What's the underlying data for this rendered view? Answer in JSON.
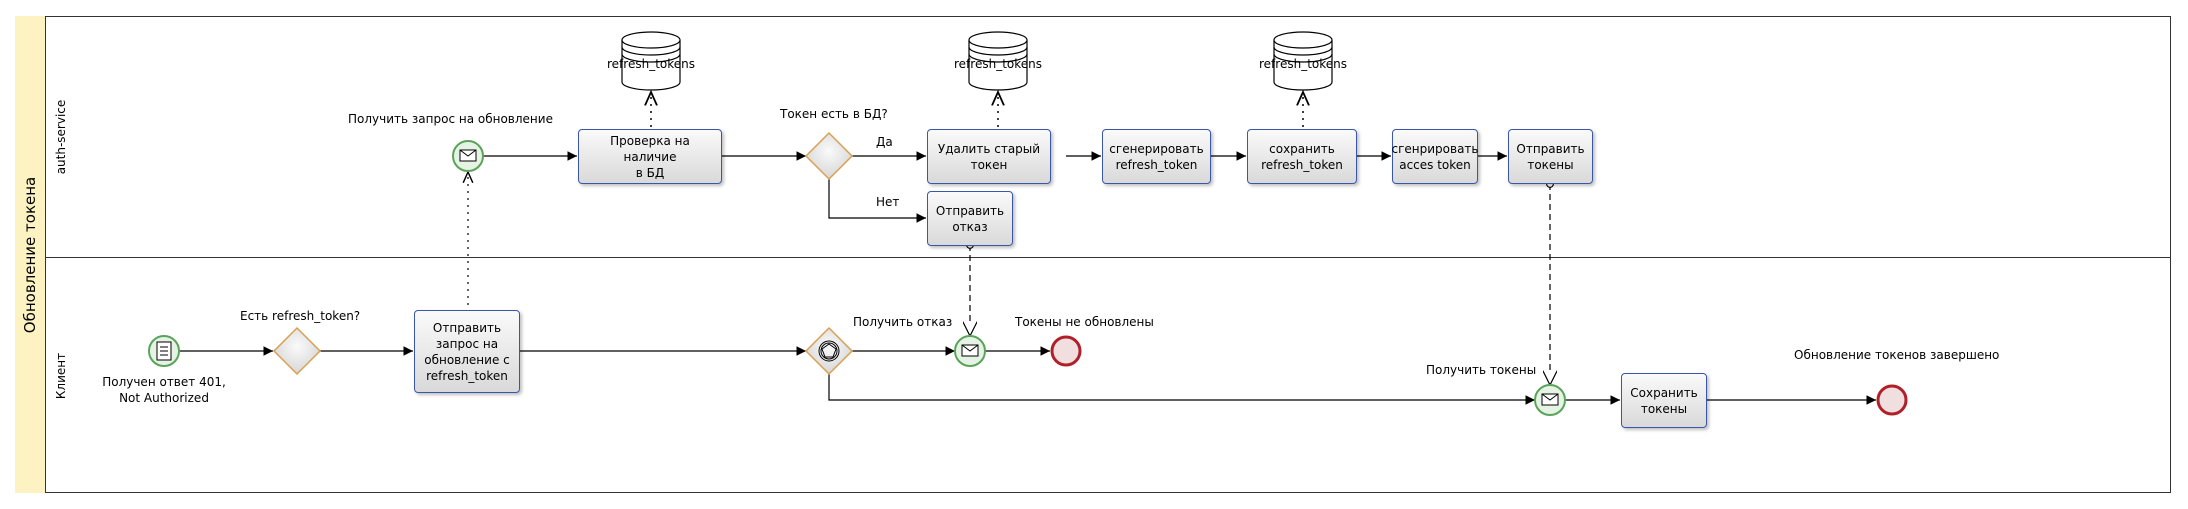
{
  "pool": {
    "label": "Обновление токена"
  },
  "lanes": {
    "service": "auth-service",
    "client": "Клиент"
  },
  "tasks": {
    "check_db": "Проверка на наличие\nв БД",
    "delete_old": "Удалить старый токен",
    "gen_refresh": "сгенерировать\nrefresh_token",
    "save_refresh": "сохранить\nrefresh_token",
    "gen_access": "сгенрировать\nacces token",
    "send_tokens": "Отправить\nтокены",
    "send_reject": "Отправить\nотказ",
    "send_request": "Отправить\nзапрос на\nобновление с\nrefresh_token",
    "save_tokens": "Сохранить\nтокены"
  },
  "datastores": {
    "ds1": "refresh_tokens",
    "ds2": "refresh_tokens",
    "ds3": "refresh_tokens"
  },
  "labels": {
    "receive_request": "Получить запрос на обновление",
    "token_in_db": "Токен есть в БД?",
    "yes": "Да",
    "no": "Нет",
    "has_refresh": "Есть refresh_token?",
    "start_event": "Получен ответ 401,\nNot Authorized",
    "receive_reject": "Получить отказ",
    "tokens_not_updated": "Токены не обновлены",
    "receive_tokens": "Получить токены",
    "update_complete": "Обновление токенов завершено"
  },
  "colors": {
    "pool_label_bg": "#fdf2c2",
    "task_border": "#3a56a8",
    "start_event_stroke": "#5aa35a",
    "end_event_stroke": "#b0202a",
    "gateway_stroke": "#d9a050"
  }
}
